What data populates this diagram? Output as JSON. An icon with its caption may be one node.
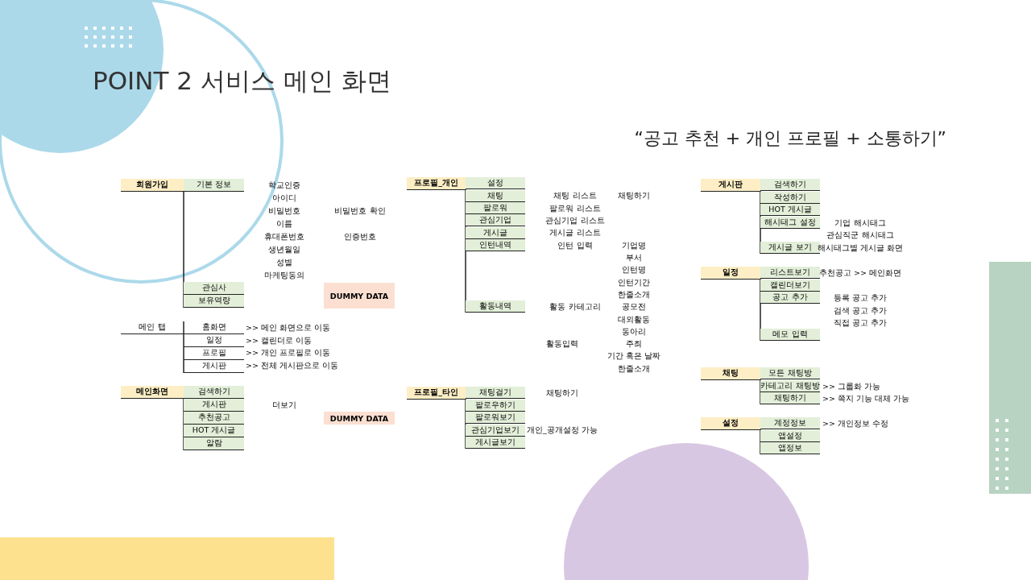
{
  "diagram": {
    "title": "POINT 2 서비스 메인 화면",
    "caption": "“공고 추천 + 개인 프로필 + 소통하기”",
    "nodes": [
      {
        "text": [
          "회원가입"
        ]
      },
      {
        "text": [
          "기본 정보"
        ]
      },
      {
        "text": [
          "관심사"
        ]
      },
      {
        "text": [
          "보유역량"
        ]
      },
      {
        "text": [
          "DUMMY DATA"
        ]
      },
      {
        "text": [
          "메인 탭"
        ]
      },
      {
        "text": [
          "홈화면"
        ]
      },
      {
        "text": [
          "일정"
        ]
      },
      {
        "text": [
          "프로필"
        ]
      },
      {
        "text": [
          "게시판"
        ]
      },
      {
        "text": [
          "메인화면"
        ]
      },
      {
        "text": [
          "검색하기"
        ]
      },
      {
        "text": [
          "게시판"
        ]
      },
      {
        "text": [
          "추천공고"
        ]
      },
      {
        "text": [
          "HOT 게시글"
        ]
      },
      {
        "text": [
          "알람"
        ]
      },
      {
        "text": [
          "DUMMY DATA"
        ]
      },
      {
        "text": [
          "프로필_개인"
        ]
      },
      {
        "text": [
          "설정"
        ]
      },
      {
        "text": [
          "채팅"
        ]
      },
      {
        "text": [
          "팔로워"
        ]
      },
      {
        "text": [
          "관심기업"
        ]
      },
      {
        "text": [
          "게시글"
        ]
      },
      {
        "text": [
          "인턴내역"
        ]
      },
      {
        "text": [
          "활동내역"
        ]
      },
      {
        "text": [
          "프로필_타인"
        ]
      },
      {
        "text": [
          "채팅걸기"
        ]
      },
      {
        "text": [
          "팔로우하기"
        ]
      },
      {
        "text": [
          "팔로워보기"
        ]
      },
      {
        "text": [
          "관심기업보기"
        ]
      },
      {
        "text": [
          "게시글보기"
        ]
      },
      {
        "text": [
          "게시판"
        ]
      },
      {
        "text": [
          "검색하기"
        ]
      },
      {
        "text": [
          "작성하기"
        ]
      },
      {
        "text": [
          "HOT 게시글"
        ]
      },
      {
        "text": [
          "해시태그 설정"
        ]
      },
      {
        "text": [
          "게시글 보기"
        ]
      },
      {
        "text": [
          "일정"
        ]
      },
      {
        "text": [
          "리스트보기"
        ]
      },
      {
        "text": [
          "캘린더보기"
        ]
      },
      {
        "text": [
          "공고 추가"
        ]
      },
      {
        "text": [
          "메모 입력"
        ]
      },
      {
        "text": [
          "채팅"
        ]
      },
      {
        "text": [
          "모든 채팅방"
        ]
      },
      {
        "text": [
          "카테고리 채팅방"
        ]
      },
      {
        "text": [
          "채팅하기"
        ]
      },
      {
        "text": [
          "설정"
        ]
      },
      {
        "text": [
          "계정정보"
        ]
      },
      {
        "text": [
          "앱설정"
        ]
      },
      {
        "text": [
          "앱정보"
        ]
      }
    ],
    "labels": [
      "학교인증",
      "아이디",
      "비밀번호",
      "비밀번호 확인",
      "이름",
      "휴대폰번호",
      "인증번호",
      "생년월일",
      "성별",
      "마케팅동의",
      ">> 메인 화면으로 이동",
      ">> 캘린더로 이동",
      ">> 개인 프로필로 이동",
      ">> 전체 게시판으로 이동",
      "더보기",
      "채팅 리스트",
      "채팅하기",
      "팔로워 리스트",
      "관심기업 리스트",
      "게시글 리스트",
      "인턴 입력",
      "기업명",
      "부서",
      "인턴명",
      "인턴기간",
      "한줄소개",
      "활동 카테고리",
      "공모전",
      "대외활동",
      "동아리",
      "활동입력",
      "주최",
      "기간 혹은 날짜",
      "한줄소개",
      "채팅하기",
      "개인_공개설정 가능",
      "기업 해시태그",
      "관심직군 해시태그",
      "해시태그별 게시글 화면",
      "추천공고 >> 메인화면",
      "등록 공고 추가",
      "검색 공고 추가",
      "직접 공고 추가",
      ">> 그룹화 가능",
      ">> 쪽지 기능 대체 가능",
      ">> 개인정보 수정"
    ]
  }
}
